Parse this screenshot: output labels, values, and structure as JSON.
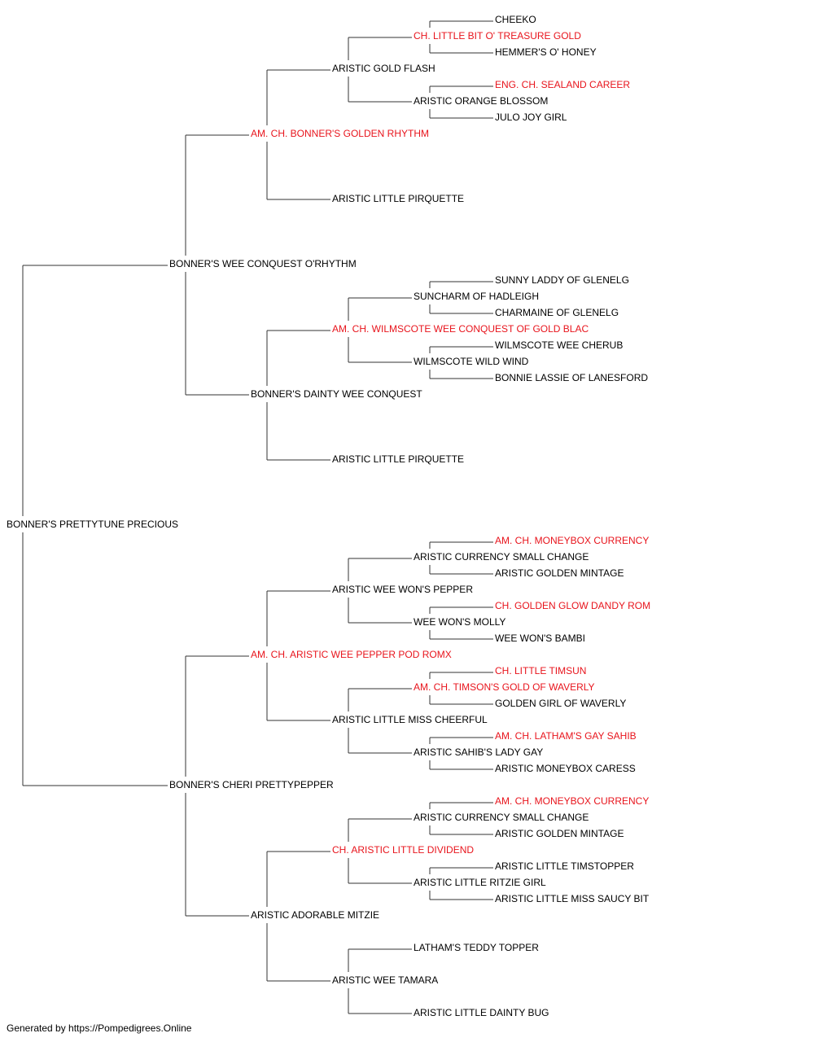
{
  "colors": {
    "champion": "#e8141c",
    "normal": "#000000",
    "line": "#333333"
  },
  "footer": "Generated by https://Pompedigrees.Online",
  "pedigree": {
    "name": "BONNER'S PRETTYTUNE PRECIOUS",
    "champion": false,
    "sire": {
      "name": "BONNER'S WEE CONQUEST O'RHYTHM",
      "champion": false,
      "sire": {
        "name": "AM. CH. BONNER'S GOLDEN RHYTHM",
        "champion": true,
        "sire": {
          "name": "ARISTIC GOLD FLASH",
          "champion": false,
          "sire": {
            "name": "CH. LITTLE BIT O' TREASURE GOLD",
            "champion": true,
            "sire": {
              "name": "CHEEKO",
              "champion": false
            },
            "dam": {
              "name": "HEMMER'S O' HONEY",
              "champion": false
            }
          },
          "dam": {
            "name": "ARISTIC ORANGE BLOSSOM",
            "champion": false,
            "sire": {
              "name": "ENG. CH. SEALAND CAREER",
              "champion": true
            },
            "dam": {
              "name": "JULO JOY GIRL",
              "champion": false
            }
          }
        },
        "dam": {
          "name": "ARISTIC LITTLE PIRQUETTE",
          "champion": false
        }
      },
      "dam": {
        "name": "BONNER'S DAINTY WEE CONQUEST",
        "champion": false,
        "sire": {
          "name": "AM. CH. WILMSCOTE WEE CONQUEST OF GOLD BLAC",
          "champion": true,
          "sire": {
            "name": "SUNCHARM OF HADLEIGH",
            "champion": false,
            "sire": {
              "name": "SUNNY LADDY OF GLENELG",
              "champion": false
            },
            "dam": {
              "name": "CHARMAINE OF GLENELG",
              "champion": false
            }
          },
          "dam": {
            "name": "WILMSCOTE WILD WIND",
            "champion": false,
            "sire": {
              "name": "WILMSCOTE WEE CHERUB",
              "champion": false
            },
            "dam": {
              "name": "BONNIE LASSIE OF LANESFORD",
              "champion": false
            }
          }
        },
        "dam": {
          "name": "ARISTIC LITTLE PIRQUETTE",
          "champion": false
        }
      }
    },
    "dam": {
      "name": "BONNER'S CHERI PRETTYPEPPER",
      "champion": false,
      "sire": {
        "name": "AM. CH. ARISTIC WEE PEPPER POD ROMX",
        "champion": true,
        "sire": {
          "name": "ARISTIC WEE WON'S PEPPER",
          "champion": false,
          "sire": {
            "name": "ARISTIC CURRENCY SMALL CHANGE",
            "champion": false,
            "sire": {
              "name": "AM. CH. MONEYBOX CURRENCY",
              "champion": true
            },
            "dam": {
              "name": "ARISTIC GOLDEN MINTAGE",
              "champion": false
            }
          },
          "dam": {
            "name": "WEE WON'S MOLLY",
            "champion": false,
            "sire": {
              "name": "CH. GOLDEN GLOW DANDY ROM",
              "champion": true
            },
            "dam": {
              "name": "WEE WON'S BAMBI",
              "champion": false
            }
          }
        },
        "dam": {
          "name": "ARISTIC LITTLE MISS CHEERFUL",
          "champion": false,
          "sire": {
            "name": "AM. CH. TIMSON'S GOLD OF WAVERLY",
            "champion": true,
            "sire": {
              "name": "CH. LITTLE TIMSUN",
              "champion": true
            },
            "dam": {
              "name": "GOLDEN GIRL OF WAVERLY",
              "champion": false
            }
          },
          "dam": {
            "name": "ARISTIC SAHIB'S LADY GAY",
            "champion": false,
            "sire": {
              "name": "AM. CH. LATHAM'S GAY SAHIB",
              "champion": true
            },
            "dam": {
              "name": "ARISTIC MONEYBOX CARESS",
              "champion": false
            }
          }
        }
      },
      "dam": {
        "name": "ARISTIC ADORABLE MITZIE",
        "champion": false,
        "sire": {
          "name": "CH. ARISTIC LITTLE DIVIDEND",
          "champion": true,
          "sire": {
            "name": "ARISTIC CURRENCY SMALL CHANGE",
            "champion": false,
            "sire": {
              "name": "AM. CH. MONEYBOX CURRENCY",
              "champion": true
            },
            "dam": {
              "name": "ARISTIC GOLDEN MINTAGE",
              "champion": false
            }
          },
          "dam": {
            "name": "ARISTIC LITTLE RITZIE GIRL",
            "champion": false,
            "sire": {
              "name": "ARISTIC LITTLE TIMSTOPPER",
              "champion": false
            },
            "dam": {
              "name": "ARISTIC LITTLE MISS SAUCY BIT",
              "champion": false
            }
          }
        },
        "dam": {
          "name": "ARISTIC WEE TAMARA",
          "champion": false,
          "sire": {
            "name": "LATHAM'S TEDDY TOPPER",
            "champion": false
          },
          "dam": {
            "name": "ARISTIC LITTLE DAINTY BUG",
            "champion": false
          }
        }
      }
    }
  }
}
